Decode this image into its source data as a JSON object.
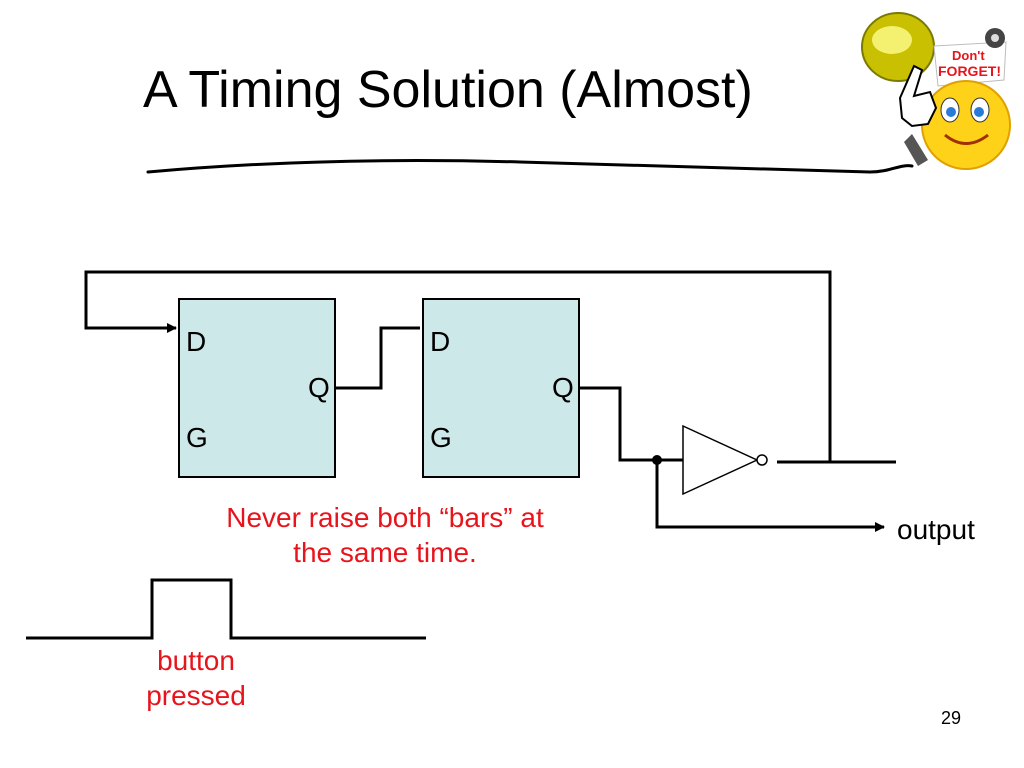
{
  "slide": {
    "title": "A Timing Solution (Almost)",
    "page_number": "29"
  },
  "sticker": {
    "icon": "dont-forget-smiley-icon",
    "text_line1": "Don't",
    "text_line2": "FORGET!"
  },
  "latch1": {
    "d_label": "D",
    "q_label": "Q",
    "g_label": "G"
  },
  "latch2": {
    "d_label": "D",
    "q_label": "Q",
    "g_label": "G"
  },
  "inverter": {
    "icon": "not-gate-icon"
  },
  "note": {
    "line1": "Never raise both “bars” at",
    "line2": "the same time."
  },
  "output_label": "output",
  "pulse": {
    "label_line1": "button",
    "label_line2": "pressed"
  },
  "colors": {
    "latch_fill": "#cce8e8",
    "note_text": "#e8141c",
    "wire": "#000000"
  }
}
